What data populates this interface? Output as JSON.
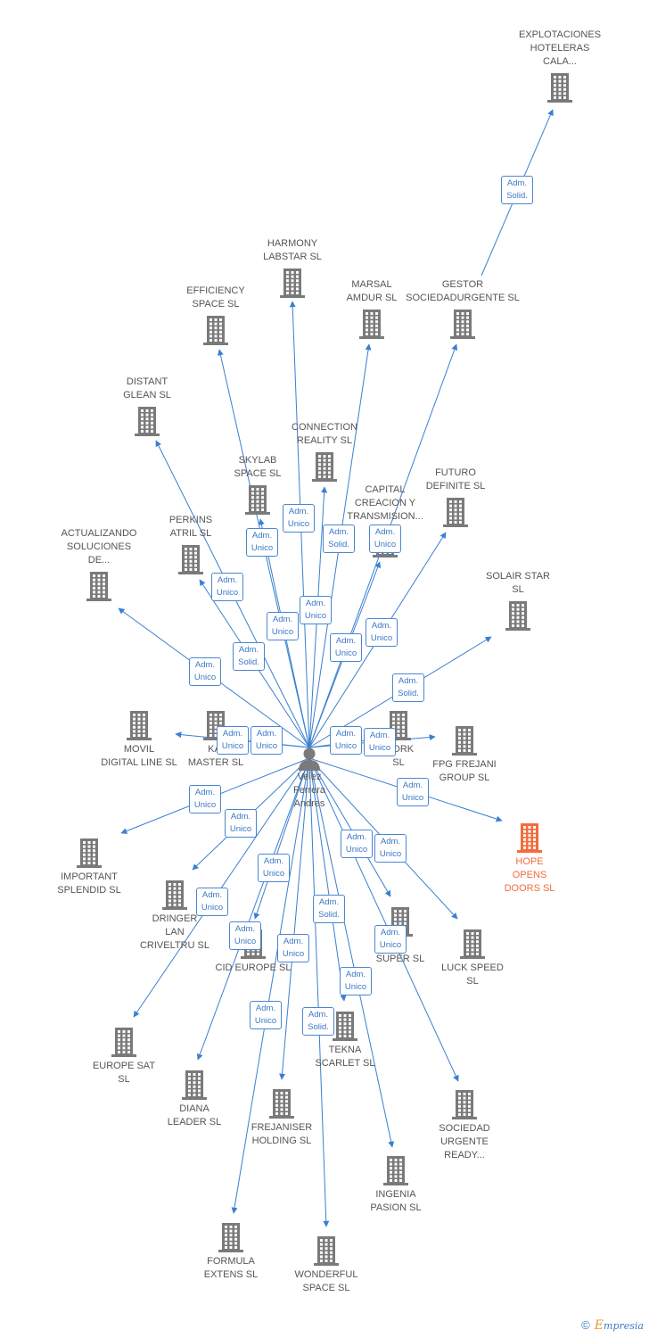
{
  "center": {
    "name": "Velez\nFerrera\nAndres",
    "icon": "person-icon"
  },
  "colors": {
    "edge": "#3a7fd0",
    "building": "#7a7a7a",
    "highlight": "#f26c3c",
    "label": "#555555"
  },
  "companies": [
    {
      "id": "explotaciones",
      "label": "EXPLOTACIONES\nHOTELERAS\nCALA...",
      "icon": "building-icon"
    },
    {
      "id": "harmony",
      "label": "HARMONY\nLABSTAR SL",
      "icon": "building-icon"
    },
    {
      "id": "efficiency",
      "label": "EFFICIENCY\nSPACE SL",
      "icon": "building-icon"
    },
    {
      "id": "marsal",
      "label": "MARSAL\nAMDUR SL",
      "icon": "building-icon"
    },
    {
      "id": "gestor",
      "label": "GESTOR\nSOCIEDADURGENTE SL",
      "icon": "building-icon"
    },
    {
      "id": "distant",
      "label": "DISTANT\nGLEAN SL",
      "icon": "building-icon"
    },
    {
      "id": "connection",
      "label": "CONNECTION\nREALITY SL",
      "icon": "building-icon"
    },
    {
      "id": "skylab",
      "label": "SKYLAB\nSPACE SL",
      "icon": "building-icon"
    },
    {
      "id": "capital",
      "label": "CAPITAL\nCREACION Y\nTRANSMISION...",
      "icon": "building-icon"
    },
    {
      "id": "futuro",
      "label": "FUTURO\nDEFINITE SL",
      "icon": "building-icon"
    },
    {
      "id": "perkins",
      "label": "PERKINS\nATRIL SL",
      "icon": "building-icon"
    },
    {
      "id": "actualizando",
      "label": "ACTUALIZANDO\nSOLUCIONES\nDE...",
      "icon": "building-icon"
    },
    {
      "id": "solair",
      "label": "SOLAIR STAR\nSL",
      "icon": "building-icon"
    },
    {
      "id": "movil",
      "label": "MOVIL\nDIGITAL LINE SL",
      "icon": "building-icon"
    },
    {
      "id": "kai",
      "label": "KAI\nMASTER SL",
      "icon": "building-icon"
    },
    {
      "id": "work",
      "label": "WORK\nSL",
      "icon": "building-icon"
    },
    {
      "id": "fpg",
      "label": "FPG FREJANI\nGROUP SL",
      "icon": "building-icon"
    },
    {
      "id": "hope",
      "label": "HOPE\nOPENS\nDOORS SL",
      "icon": "building-icon",
      "highlight": true
    },
    {
      "id": "important",
      "label": "IMPORTANT\nSPLENDID SL",
      "icon": "building-icon"
    },
    {
      "id": "dringer",
      "label": "DRINGER\nLAN\nCRIVELTRU SL",
      "icon": "building-icon"
    },
    {
      "id": "cid",
      "label": "CID EUROPE SL",
      "icon": "building-icon"
    },
    {
      "id": "super",
      "label": "Y\nSUPER SL",
      "icon": "building-icon"
    },
    {
      "id": "luck",
      "label": "LUCK SPEED\nSL",
      "icon": "building-icon"
    },
    {
      "id": "europesat",
      "label": "EUROPE SAT\nSL",
      "icon": "building-icon"
    },
    {
      "id": "tekna",
      "label": "TEKNA\nSCARLET SL",
      "icon": "building-icon"
    },
    {
      "id": "diana",
      "label": "DIANA\nLEADER SL",
      "icon": "building-icon"
    },
    {
      "id": "frejaniser",
      "label": "FREJANISER\nHOLDING SL",
      "icon": "building-icon"
    },
    {
      "id": "sociedad",
      "label": "SOCIEDAD\nURGENTE\nREADY...",
      "icon": "building-icon"
    },
    {
      "id": "ingenia",
      "label": "INGENIA\nPASION SL",
      "icon": "building-icon"
    },
    {
      "id": "formula",
      "label": "FORMULA\nEXTENS SL",
      "icon": "building-icon"
    },
    {
      "id": "wonderful",
      "label": "WONDERFUL\nSPACE SL",
      "icon": "building-icon"
    }
  ],
  "relations": [
    {
      "from": "gestor",
      "to": "explotaciones",
      "role": "Adm.\nSolid."
    },
    {
      "from": "center",
      "to": "harmony",
      "role": "Adm.\nUnico"
    },
    {
      "from": "center",
      "to": "efficiency",
      "role": "Adm.\nUnico"
    },
    {
      "from": "center",
      "to": "marsal",
      "role": "Adm.\nSolid."
    },
    {
      "from": "center",
      "to": "gestor",
      "role": "Adm.\nUnico"
    },
    {
      "from": "center",
      "to": "distant",
      "role": "Adm.\nUnico"
    },
    {
      "from": "center",
      "to": "connection",
      "role": "Adm.\nUnico"
    },
    {
      "from": "center",
      "to": "skylab",
      "role": "Adm.\nUnico"
    },
    {
      "from": "center",
      "to": "capital",
      "role": "Adm.\nUnico"
    },
    {
      "from": "center",
      "to": "futuro",
      "role": "Adm.\nUnico"
    },
    {
      "from": "center",
      "to": "perkins",
      "role": "Adm.\nSolid."
    },
    {
      "from": "center",
      "to": "actualizando",
      "role": "Adm.\nUnico"
    },
    {
      "from": "center",
      "to": "solair",
      "role": "Adm.\nSolid."
    },
    {
      "from": "center",
      "to": "movil",
      "role": "Adm.\nUnico"
    },
    {
      "from": "center",
      "to": "kai",
      "role": "Adm.\nUnico"
    },
    {
      "from": "center",
      "to": "work",
      "role": "Adm.\nUnico"
    },
    {
      "from": "center",
      "to": "fpg",
      "role": "Adm.\nUnico"
    },
    {
      "from": "center",
      "to": "hope",
      "role": "Adm.\nUnico"
    },
    {
      "from": "center",
      "to": "important",
      "role": "Adm.\nUnico"
    },
    {
      "from": "center",
      "to": "dringer",
      "role": "Adm.\nUnico"
    },
    {
      "from": "center",
      "to": "cid",
      "role": "Adm.\nUnico"
    },
    {
      "from": "center",
      "to": "super",
      "role": "Adm.\nUnico"
    },
    {
      "from": "center",
      "to": "luck",
      "role": "Adm.\nUnico"
    },
    {
      "from": "center",
      "to": "europesat",
      "role": "Adm.\nUnico"
    },
    {
      "from": "center",
      "to": "tekna",
      "role": "Adm.\nSolid."
    },
    {
      "from": "center",
      "to": "diana",
      "role": "Adm.\nUnico"
    },
    {
      "from": "center",
      "to": "frejaniser",
      "role": "Adm.\nUnico"
    },
    {
      "from": "center",
      "to": "sociedad",
      "role": "Adm.\nUnico"
    },
    {
      "from": "center",
      "to": "ingenia",
      "role": "Adm.\nUnico"
    },
    {
      "from": "center",
      "to": "formula",
      "role": "Adm.\nUnico"
    },
    {
      "from": "center",
      "to": "wonderful",
      "role": "Adm.\nSolid."
    }
  ],
  "brand": {
    "copyright": "©",
    "name": "mpresia",
    "initial": "E"
  }
}
